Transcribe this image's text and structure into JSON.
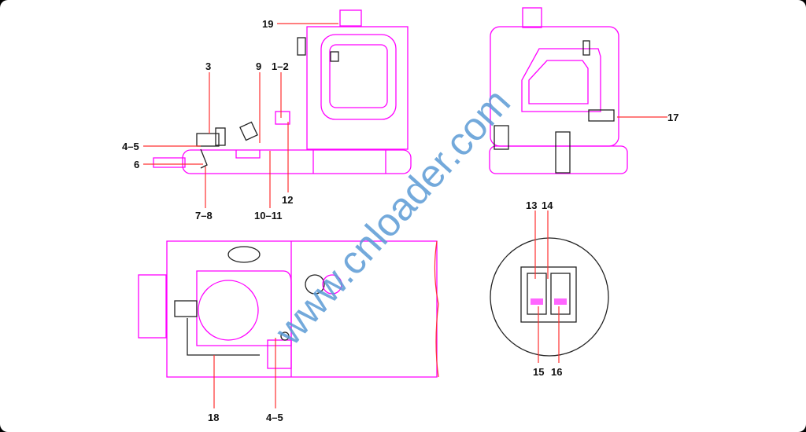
{
  "title": "Electrical component locations",
  "watermark": "www.cnloader.com",
  "colors": {
    "outline": "#ff00ff",
    "leader": "#ff3030",
    "watermark": "#5b9bd5"
  },
  "callouts": {
    "c19": "19",
    "c3": "3",
    "c9": "9",
    "c1_2": "1–2",
    "c4_5a": "4–5",
    "c6": "6",
    "c7_8": "7–8",
    "c10_11": "10–11",
    "c12": "12",
    "c17": "17",
    "c13": "13",
    "c14": "14",
    "c15": "15",
    "c16": "16",
    "c18": "18",
    "c4_5b": "4–5"
  }
}
